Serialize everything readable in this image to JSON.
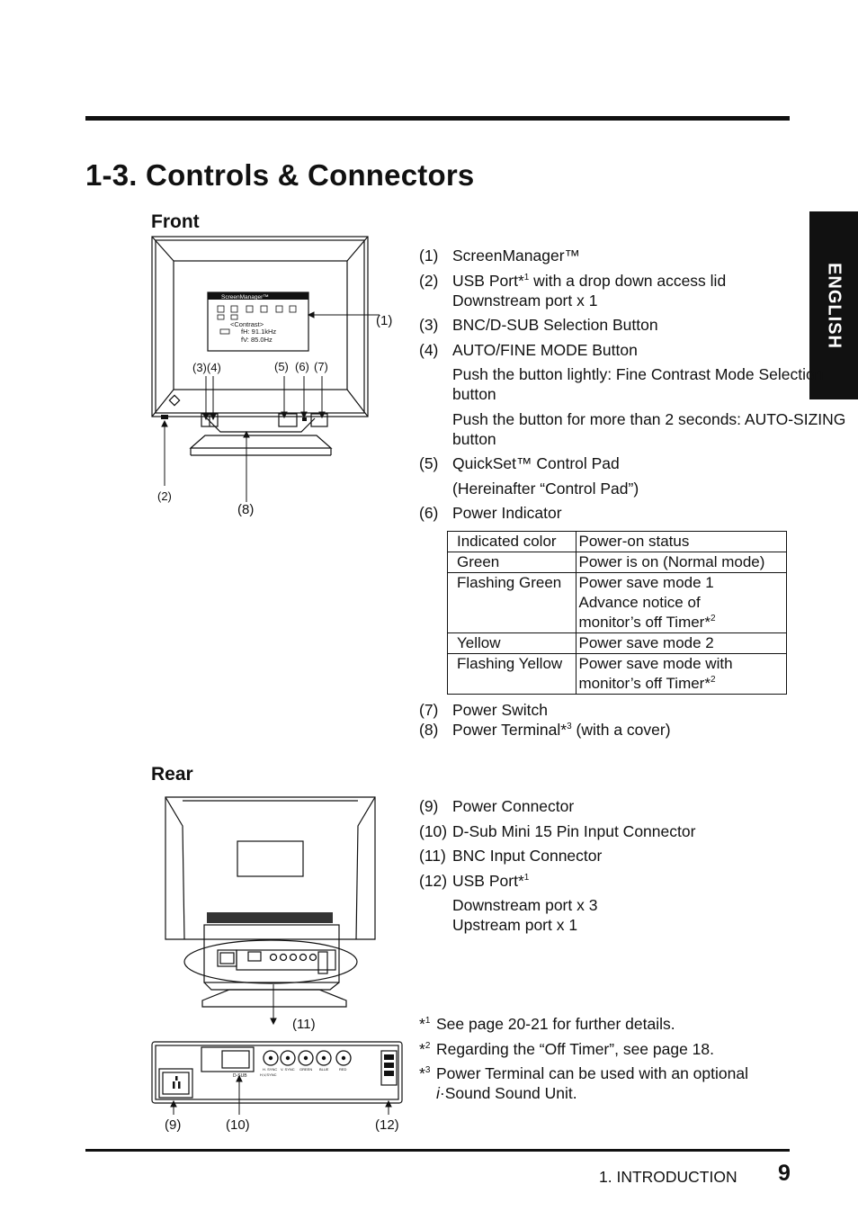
{
  "section_title": "1-3.  Controls & Connectors",
  "side_tab": "ENGLISH",
  "front": {
    "heading": "Front",
    "osd": {
      "title": "ScreenManager™",
      "line1": "<Contrast>",
      "line2": "fH: 91.1kHz",
      "line3": "fV: 85.0Hz"
    },
    "callouts": {
      "c1": "(1)",
      "c2": "(2)",
      "c34": "(3)(4)",
      "c5": "(5)",
      "c6": "(6)",
      "c7": "(7)",
      "c8": "(8)"
    },
    "items": [
      {
        "num": "(1)",
        "text": "ScreenManager™"
      },
      {
        "num": "(2)",
        "pre": "USB Port*",
        "sup": "1",
        "post": " with a drop down access lid",
        "line2": "Downstream port x 1"
      },
      {
        "num": "(3)",
        "text": "BNC/D-SUB Selection Button"
      },
      {
        "num": "(4)",
        "text": "AUTO/FINE MODE Button",
        "cont1": "Push the button lightly: Fine Contrast Mode Selection button",
        "cont2": "Push the button for more than 2 seconds: AUTO-SIZING button"
      },
      {
        "num": "(5)",
        "text": "QuickSet™ Control Pad",
        "cont1": "(Hereinafter “Control Pad”)"
      },
      {
        "num": "(6)",
        "text": "Power Indicator"
      },
      {
        "num": "(7)",
        "text": "Power Switch"
      },
      {
        "num": "(8)",
        "pre": "Power Terminal*",
        "sup": "3",
        "post": " (with a cover)"
      }
    ],
    "indicator_table": {
      "header": [
        "Indicated color",
        "Power-on status"
      ],
      "rows": [
        {
          "color": "Green",
          "status": [
            "Power is on (Normal mode)"
          ]
        },
        {
          "color": "Flashing Green",
          "status": [
            "Power save mode 1",
            "Advance notice of",
            "monitor’s off Timer*"
          ],
          "sup": "2"
        },
        {
          "color": "Yellow",
          "status": [
            "Power save mode 2"
          ]
        },
        {
          "color": "Flashing Yellow",
          "status": [
            "Power save mode with",
            "monitor’s off Timer*"
          ],
          "sup": "2"
        }
      ]
    }
  },
  "rear": {
    "heading": "Rear",
    "callouts": {
      "c9": "(9)",
      "c10": "(10)",
      "c11": "(11)",
      "c12": "(12)"
    },
    "panel_labels": {
      "dsub": "D-SUB",
      "hsync": "H,V,SYNC",
      "b1": "H. SYNC",
      "b2": "V. SYNC",
      "b3": "GREEN",
      "b4": "BLUE",
      "b5": "RED"
    },
    "items": [
      {
        "num": "(9)",
        "text": "Power Connector"
      },
      {
        "num": "(10)",
        "text": "D-Sub Mini 15 Pin Input Connector"
      },
      {
        "num": "(11)",
        "text": "BNC Input Connector"
      },
      {
        "num": "(12)",
        "pre": "USB Port*",
        "sup": "1",
        "cont1": "Downstream port x 3",
        "cont2": "Upstream port x 1"
      }
    ]
  },
  "footnotes": [
    {
      "mark": "*",
      "sup": "1",
      "text": "See page 20-21 for further details."
    },
    {
      "mark": "*",
      "sup": "2",
      "text": "Regarding the “Off Timer”, see page 18."
    },
    {
      "mark": "*",
      "sup": "3",
      "text": "Power Terminal can be used with an optional",
      "line2_italic": "i",
      "line2": "·Sound Sound Unit."
    }
  ],
  "footer": {
    "section": "1. INTRODUCTION",
    "page": "9"
  }
}
